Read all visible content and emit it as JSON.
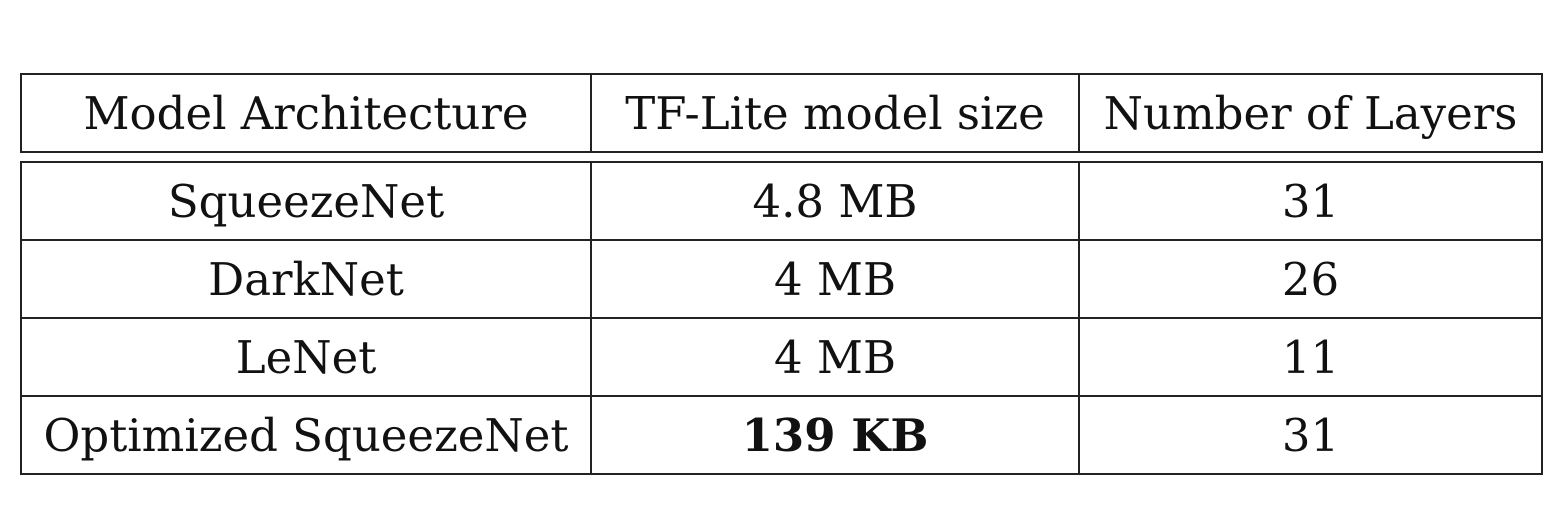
{
  "table": {
    "headers": [
      "Model Architecture",
      "TF-Lite model size",
      "Number of Layers"
    ],
    "rows": [
      {
        "model": "SqueezeNet",
        "size": "4.8 MB",
        "layers": "31"
      },
      {
        "model": "DarkNet",
        "size": "4 MB",
        "layers": "26"
      },
      {
        "model": "LeNet",
        "size": "4 MB",
        "layers": "11"
      },
      {
        "model": "Optimized SqueezeNet",
        "size": "139 KB",
        "layers": "31"
      }
    ]
  }
}
